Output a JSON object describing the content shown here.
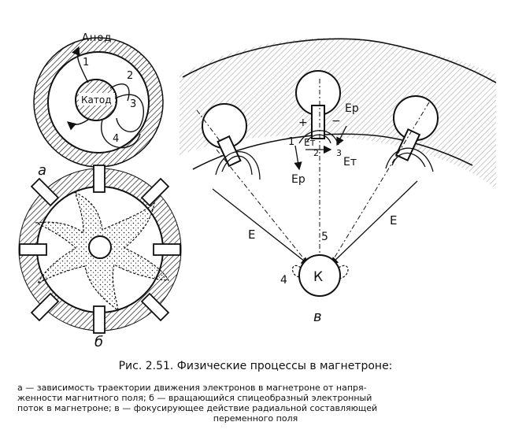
{
  "panel_a": {
    "letter": "а",
    "anode_label": "Анод",
    "cathode_label": "Катод",
    "trajectory_numbers": [
      "1",
      "2",
      "3",
      "4"
    ]
  },
  "panel_b": {
    "letter": "б"
  },
  "panel_v": {
    "letter": "в",
    "cathode_label": "К",
    "field_left": "Е",
    "field_right": "Е",
    "num_1": "1",
    "num_2": "2",
    "num_3": "3",
    "num_4": "4",
    "num_5": "5",
    "plus": "+",
    "minus": "−",
    "e_r_top": "Ер",
    "e_t_left": "Ет",
    "e_t_right": "Ет",
    "e_r_bottom": "Ер"
  },
  "caption": {
    "title": "Рис. 2.51. Физические процессы в магнетроне:",
    "line1": "а — зависимость траектории движения электронов в магнетроне от напря-",
    "line2": "женности магнитного поля; б — вращающийся спицеобразный электронный",
    "line3": "поток в магнетроне; в — фокусирующее действие радиальной составляющей",
    "line4": "переменного поля"
  },
  "colors": {
    "ink": "#111111",
    "background": "#ffffff"
  }
}
